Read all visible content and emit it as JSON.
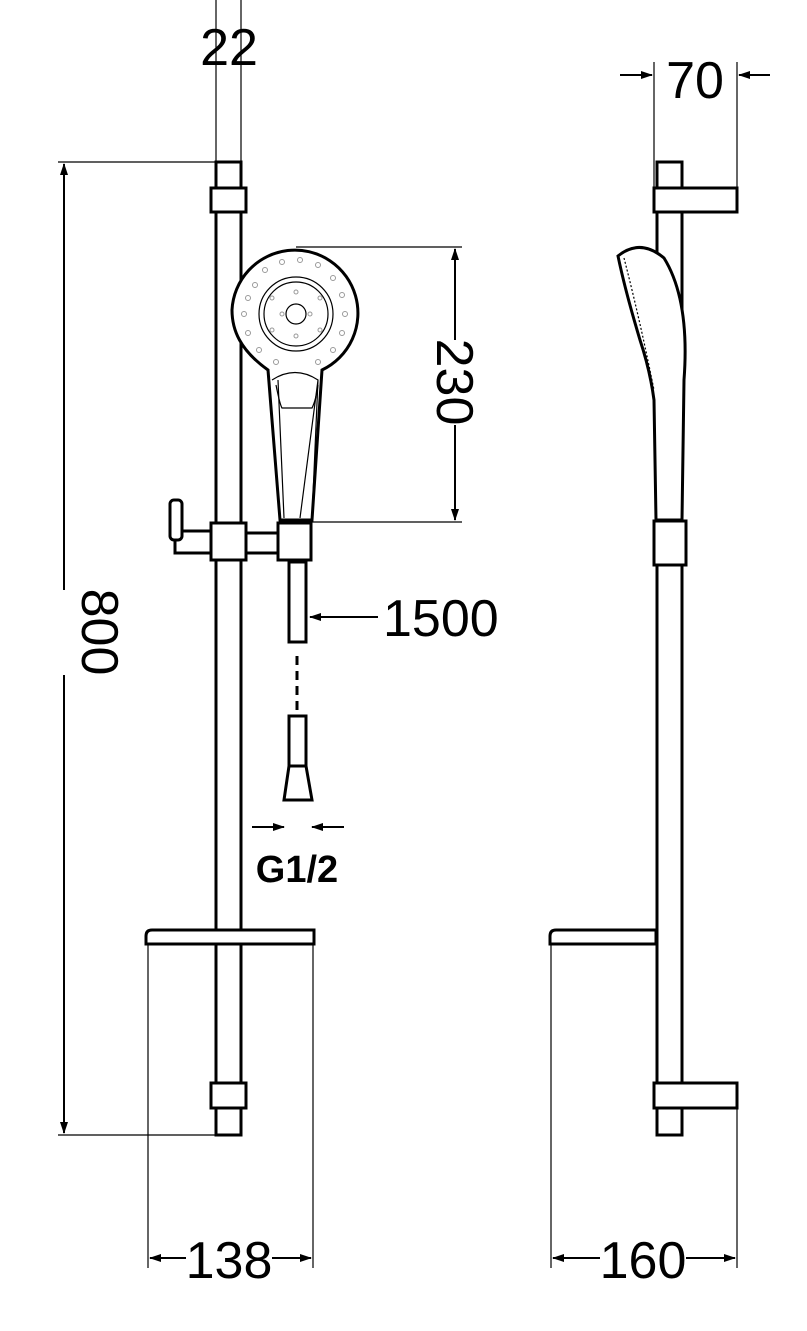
{
  "dimensions": {
    "rail_width": "22",
    "depth": "70",
    "head_length": "230",
    "rail_height": "800",
    "hose_length": "1500",
    "thread": "G1/2",
    "shelf_width": "138",
    "total_depth": "160"
  },
  "colors": {
    "line": "#000000",
    "nozzles": "#999999"
  }
}
